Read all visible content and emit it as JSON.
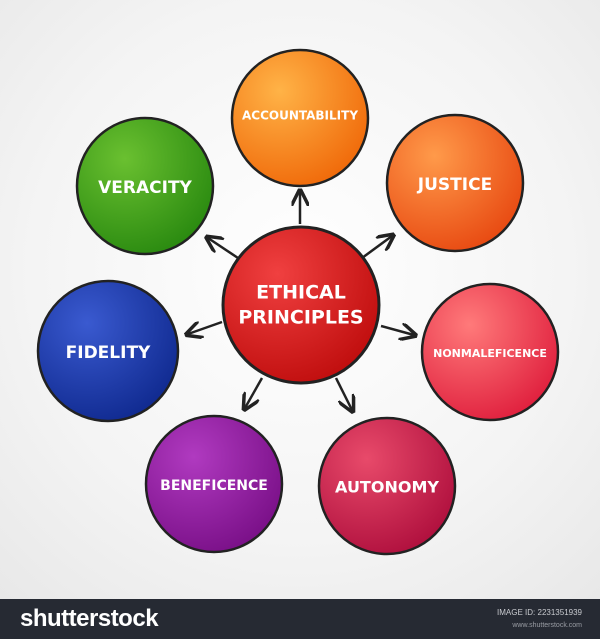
{
  "diagram": {
    "center": {
      "label_line1": "ETHICAL",
      "label_line2": "PRINCIPLES",
      "color": "#d91c1c"
    },
    "nodes": [
      {
        "label": "ACCOUNTABILITY",
        "color": "#f57a14"
      },
      {
        "label": "JUSTICE",
        "color": "#f05a1a"
      },
      {
        "label": "NONMALEFICENCE",
        "color": "#e8334a"
      },
      {
        "label": "AUTONOMY",
        "color": "#c41a4a"
      },
      {
        "label": "BENEFICENCE",
        "color": "#8a1a9a"
      },
      {
        "label": "FIDELITY",
        "color": "#1a3aa8"
      },
      {
        "label": "VERACITY",
        "color": "#3a9a1a"
      }
    ]
  },
  "footer": {
    "brand": "shutterstock",
    "image_id": "IMAGE ID: 2231351939",
    "site": "www.shutterstock.com"
  }
}
